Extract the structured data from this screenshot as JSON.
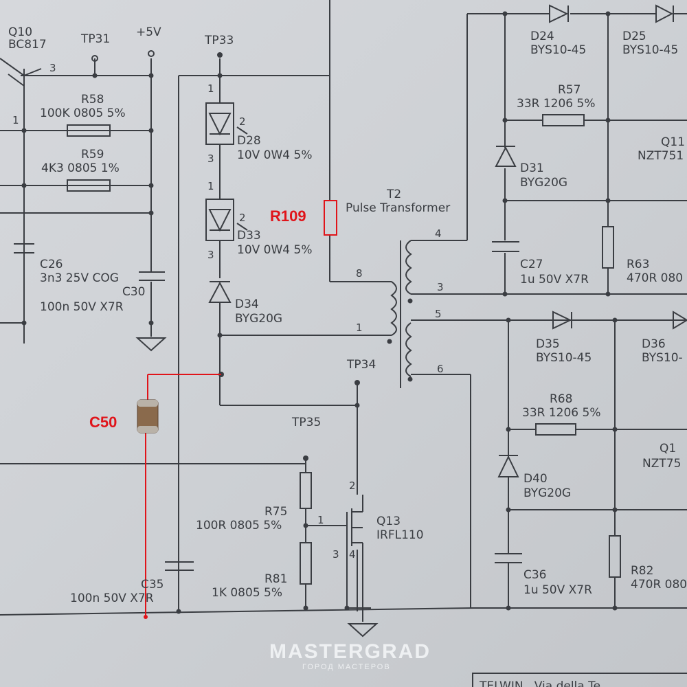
{
  "labels": {
    "q10_ref": "Q10",
    "q10_part": "BC817",
    "tp31": "TP31",
    "vcc": "+5V",
    "tp33": "TP33",
    "r58_ref": "R58",
    "r58_val": "100K 0805 5%",
    "r59_ref": "R59",
    "r59_val": "4K3 0805 1%",
    "c26_ref": "C26",
    "c26_val": "3n3 25V COG",
    "c30_ref": "C30",
    "c30_val": "100n 50V X7R",
    "d28_ref": "D28",
    "d28_val": "10V 0W4 5%",
    "d33_ref": "D33",
    "d33_val": "10V 0W4 5%",
    "d34_ref": "D34",
    "d34_val": "BYG20G",
    "t2_ref": "T2",
    "t2_val": "Pulse Transformer",
    "tp34": "TP34",
    "tp35": "TP35",
    "r75_ref": "R75",
    "r75_val": "100R 0805 5%",
    "r81_ref": "R81",
    "r81_val": "1K 0805 5%",
    "q13_ref": "Q13",
    "q13_val": "IRFL110",
    "c35_ref": "C35",
    "c35_val": "100n 50V X7R",
    "d24_ref": "D24",
    "d24_val": "BYS10-45",
    "d25_ref": "D25",
    "d25_val": "BYS10-45",
    "r57_ref": "R57",
    "r57_val": "33R 1206 5%",
    "q11_ref": "Q11",
    "q11_val": "NZT751",
    "d31_ref": "D31",
    "d31_val": "BYG20G",
    "c27_ref": "C27",
    "c27_val": "1u 50V X7R",
    "r63_ref": "R63",
    "r63_val": "470R 080",
    "d35_ref": "D35",
    "d35_val": "BYS10-45",
    "d36_ref": "D36",
    "d36_val": "BYS10-",
    "r68_ref": "R68",
    "r68_val": "33R 1206 5%",
    "q12_ref": "Q1",
    "q12_val": "NZT75",
    "d40_ref": "D40",
    "d40_val": "BYG20G",
    "c36_ref": "C36",
    "c36_val": "1u 50V X7R",
    "r82_ref": "R82",
    "r82_val": "470R 080"
  },
  "pins": {
    "p1": "1",
    "p2": "2",
    "p3": "3",
    "p4": "4",
    "p5": "5",
    "p6": "6",
    "p8": "8"
  },
  "highlights": {
    "r109": "R109",
    "c50": "C50"
  },
  "footer": {
    "fragment": "TELWIN . Via della Te"
  },
  "watermark": {
    "brand": "MASTERGRAD",
    "tagline": "ГОРОД МАСТЕРОВ"
  },
  "colors": {
    "ink": "#3a3d42",
    "highlight": "#e0141a",
    "paper": "#d2d5d9"
  }
}
